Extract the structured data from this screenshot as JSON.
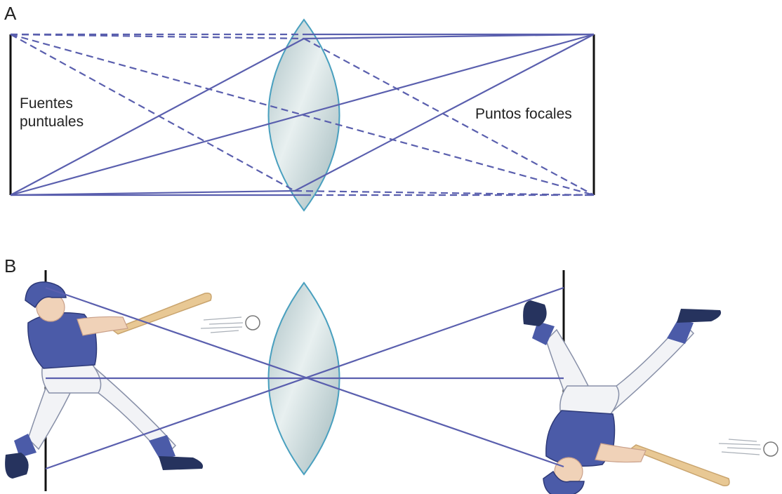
{
  "panel_a": {
    "letter": "A",
    "left_label_line1": "Fuentes",
    "left_label_line2": "puntuales",
    "right_label": "Puntos focales"
  },
  "panel_b": {
    "letter": "B"
  },
  "colors": {
    "ray": "#5a5fae",
    "lens_edge": "#4aa0bf",
    "lens_fill": "#b9cccf",
    "uniform": "#4b5ba8",
    "uniform_dark": "#26335e",
    "skin": "#f0d2b8",
    "bat": "#e8c894",
    "pants": "#f2f3f6"
  }
}
